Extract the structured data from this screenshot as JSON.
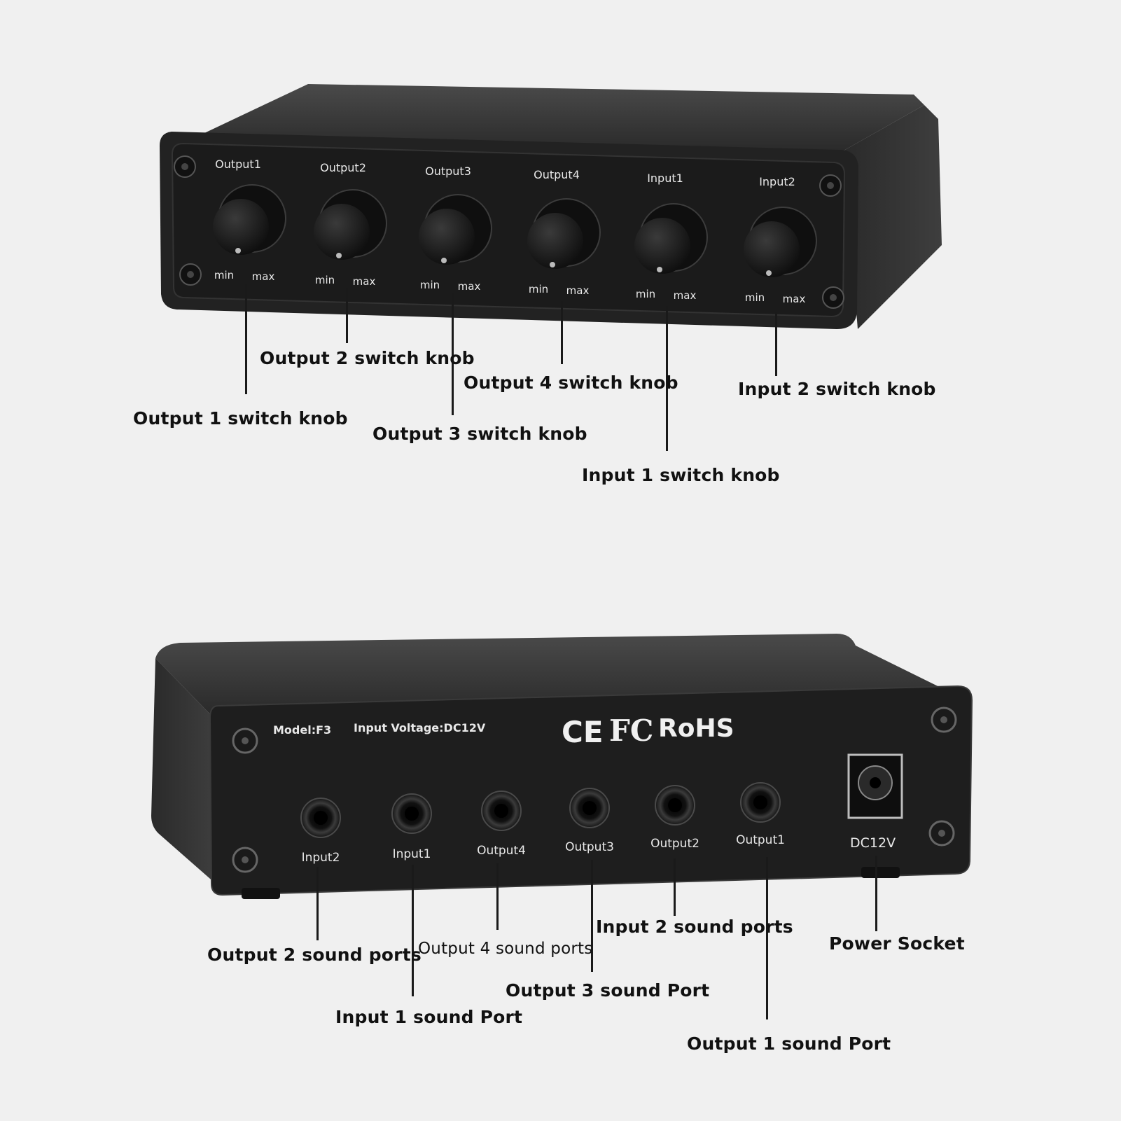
{
  "colors": {
    "background": "#f0f0f0",
    "chassis": "#262626",
    "chassis_top": "#3a3a3a",
    "panel": "#1c1c1c",
    "print": "#e8e8e8",
    "callout_text": "#111111"
  },
  "front_panel": {
    "knobs": [
      {
        "label": "Output1",
        "min": "min",
        "max": "max"
      },
      {
        "label": "Output2",
        "min": "min",
        "max": "max"
      },
      {
        "label": "Output3",
        "min": "min",
        "max": "max"
      },
      {
        "label": "Output4",
        "min": "min",
        "max": "max"
      },
      {
        "label": "Input1",
        "min": "min",
        "max": "max"
      },
      {
        "label": "Input2",
        "min": "min",
        "max": "max"
      }
    ],
    "callouts": [
      "Output 1 switch knob",
      "Output 2 switch knob",
      "Output 3 switch knob",
      "Output 4 switch knob",
      "Input 1 switch knob",
      "Input 2 switch knob"
    ]
  },
  "rear_panel": {
    "model": "Model:F3",
    "voltage": "Input Voltage:DC12V",
    "cert_ce": "CE",
    "cert_fc": "FC",
    "cert_rohs": "RoHS",
    "ports": [
      "Input2",
      "Input1",
      "Output4",
      "Output3",
      "Output2",
      "Output1"
    ],
    "power_label": "DC12V",
    "callouts": [
      "Output 2 sound ports",
      "Input 1 sound Port",
      "Output 4 sound ports",
      "Output 3 sound Port",
      "Input 2 sound ports",
      "Output 1 sound Port",
      "Power Socket"
    ]
  }
}
